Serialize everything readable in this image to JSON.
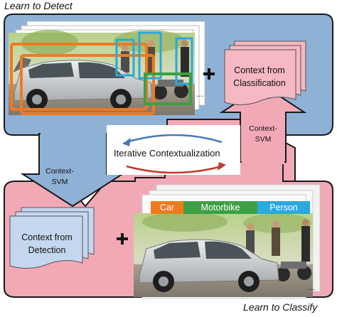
{
  "captions": {
    "top": "Learn to Detect",
    "bottom": "Learn to Classify"
  },
  "boxes": {
    "classification": [
      "Context from",
      "Classification"
    ],
    "detection": [
      "Context from",
      "Detection"
    ]
  },
  "svm_labels": {
    "left": [
      "Context-",
      "SVM"
    ],
    "right": [
      "Context-",
      "SVM"
    ]
  },
  "center_label": "Iterative Contextualization",
  "class_tabs": [
    {
      "label": "Car",
      "color": "#f07a1e"
    },
    {
      "label": "Motorbike",
      "color": "#3ca043"
    },
    {
      "label": "Person",
      "color": "#2aa9dc"
    }
  ],
  "plus_symbol": "+",
  "colors": {
    "detect_region": "#8fb1d6",
    "classify_region": "#f2a9b6",
    "classification_doc": "#f6b8c2",
    "detection_doc": "#c5d7ef",
    "arrow_blue": "#4a78b5",
    "arrow_red": "#c0392b"
  },
  "icons": [
    "plus-icon",
    "ellipsis-icon",
    "cycle-arrows-icon",
    "document-stack-icon"
  ]
}
